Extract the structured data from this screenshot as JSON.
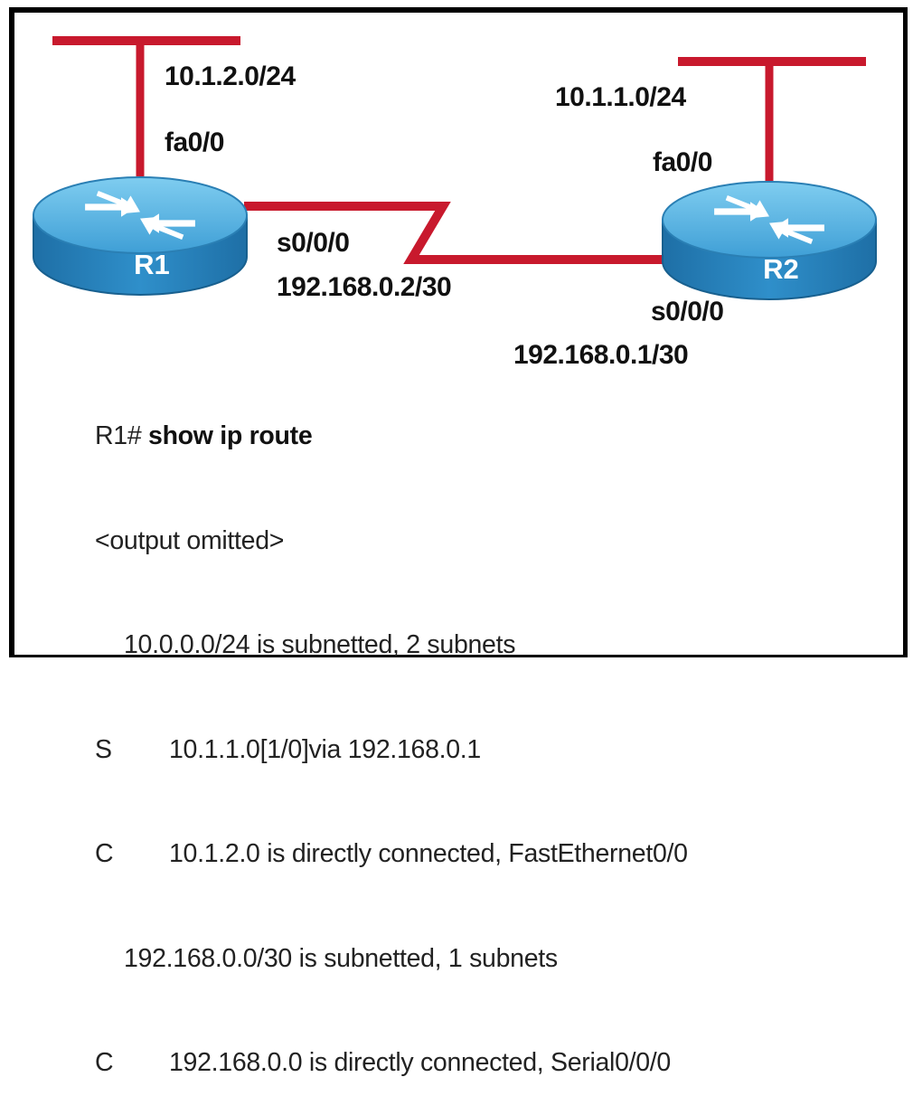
{
  "topology": {
    "routers": [
      {
        "name": "R1"
      },
      {
        "name": "R2"
      }
    ],
    "lan_r1": {
      "network": "10.1.2.0/24",
      "interface": "fa0/0"
    },
    "lan_r2": {
      "network": "10.1.1.0/24",
      "interface": "fa0/0"
    },
    "serial_r1": {
      "interface": "s0/0/0",
      "address": "192.168.0.2/30"
    },
    "serial_r2": {
      "interface": "s0/0/0",
      "address": "192.168.0.1/30"
    }
  },
  "colors": {
    "link": "#c8192d",
    "router_body": "#2a86c0",
    "router_top": "#5cb6e6",
    "router_arrow": "#ffffff"
  },
  "cli": {
    "prompt": "R1# ",
    "command": "show ip route",
    "omitted": "<output omitted>",
    "routes": [
      {
        "header": "10.0.0.0/24 is subnetted, 2 subnets"
      },
      {
        "code": "S",
        "text": "10.1.1.0[1/0]via 192.168.0.1"
      },
      {
        "code": "C",
        "text": "10.1.2.0 is directly connected, FastEthernet0/0"
      },
      {
        "header": "192.168.0.0/30 is subnetted, 1 subnets"
      },
      {
        "code": "C",
        "text": "192.168.0.0 is directly connected, Serial0/0/0"
      }
    ]
  }
}
